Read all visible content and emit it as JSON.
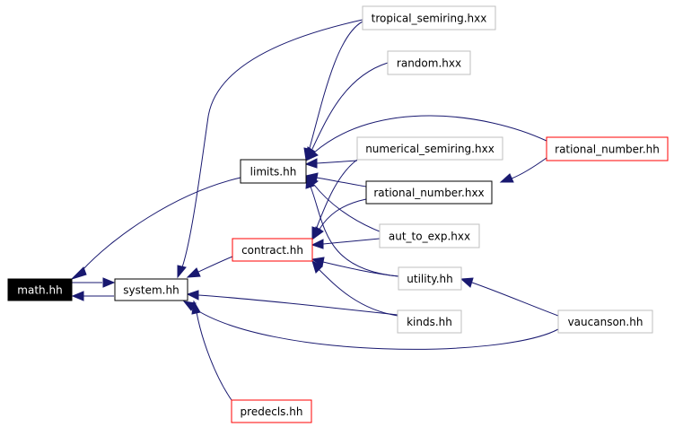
{
  "colors": {
    "edge": "#191970",
    "node_fill": "#ffffff",
    "current_fill": "#000000",
    "current_text": "#ffffff",
    "border_black": "#000000",
    "border_gray": "#bfbfbf",
    "border_red": "#ff0000"
  },
  "nodes": {
    "math": {
      "label": "math.hh",
      "style": "current"
    },
    "system": {
      "label": "system.hh",
      "style": "black"
    },
    "limits": {
      "label": "limits.hh",
      "style": "black"
    },
    "contract": {
      "label": "contract.hh",
      "style": "red"
    },
    "predecls": {
      "label": "predecls.hh",
      "style": "red"
    },
    "tropical": {
      "label": "tropical_semiring.hxx",
      "style": "gray"
    },
    "random": {
      "label": "random.hxx",
      "style": "gray"
    },
    "numerical": {
      "label": "numerical_semiring.hxx",
      "style": "gray"
    },
    "rational_hxx": {
      "label": "rational_number.hxx",
      "style": "black"
    },
    "aut_to_exp": {
      "label": "aut_to_exp.hxx",
      "style": "gray"
    },
    "utility": {
      "label": "utility.hh",
      "style": "gray"
    },
    "kinds": {
      "label": "kinds.hh",
      "style": "gray"
    },
    "rational_hh": {
      "label": "rational_number.hh",
      "style": "red"
    },
    "vaucanson": {
      "label": "vaucanson.hh",
      "style": "gray"
    }
  },
  "edges": [
    {
      "from": "system",
      "to": "math"
    },
    {
      "from": "limits",
      "to": "math"
    },
    {
      "from": "math",
      "to": "system"
    },
    {
      "from": "contract",
      "to": "system"
    },
    {
      "from": "tropical",
      "to": "system"
    },
    {
      "from": "kinds",
      "to": "system"
    },
    {
      "from": "vaucanson",
      "to": "system"
    },
    {
      "from": "predecls",
      "to": "system"
    },
    {
      "from": "tropical",
      "to": "limits"
    },
    {
      "from": "random",
      "to": "limits"
    },
    {
      "from": "rational_hh",
      "to": "limits"
    },
    {
      "from": "numerical",
      "to": "limits"
    },
    {
      "from": "rational_hxx",
      "to": "limits"
    },
    {
      "from": "aut_to_exp",
      "to": "limits"
    },
    {
      "from": "utility",
      "to": "limits"
    },
    {
      "from": "rational_hh",
      "to": "rational_hxx"
    },
    {
      "from": "numerical",
      "to": "contract"
    },
    {
      "from": "rational_hxx",
      "to": "contract"
    },
    {
      "from": "aut_to_exp",
      "to": "contract"
    },
    {
      "from": "utility",
      "to": "contract"
    },
    {
      "from": "kinds",
      "to": "contract"
    },
    {
      "from": "vaucanson",
      "to": "utility"
    }
  ]
}
